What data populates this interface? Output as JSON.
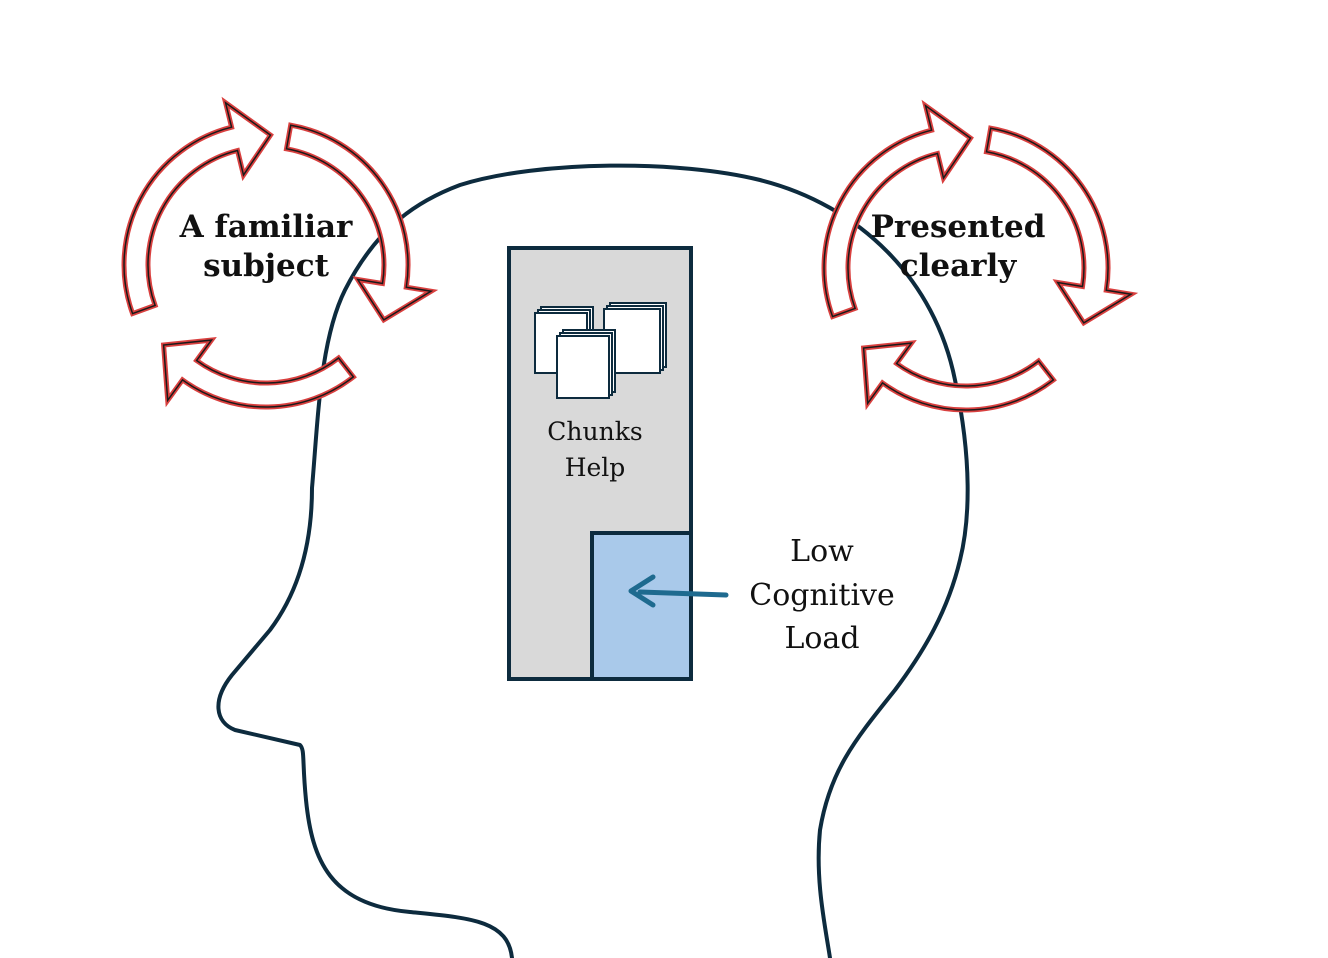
{
  "colors": {
    "outline": "#0d2b3e",
    "cycle_arrow_fill": "#ffffff",
    "cycle_arrow_stroke": "#d9403f",
    "memory_box_fill": "#d9d9d9",
    "load_box_fill": "#a9c9ea",
    "pointer_arrow": "#1e6a8f"
  },
  "icons": {
    "chunks": "stacked-cards-icon",
    "cycle": "circular-arrows-icon"
  },
  "cycles": {
    "left": {
      "line1": "A familiar",
      "line2": "subject"
    },
    "right": {
      "line1": "Presented",
      "line2": "clearly"
    }
  },
  "memory": {
    "chunks_line1": "Chunks",
    "chunks_line2": "Help",
    "load_line1": "Low",
    "load_line2": "Cognitive",
    "load_line3": "Load"
  }
}
